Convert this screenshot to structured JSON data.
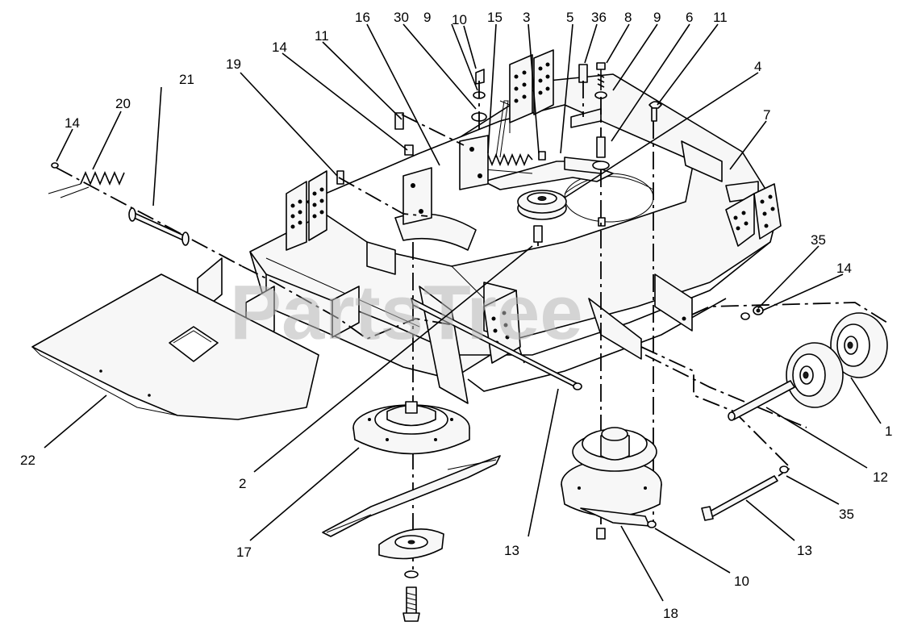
{
  "watermark": "PartsTree",
  "callouts": [
    {
      "id": "c14a",
      "label": "14"
    },
    {
      "id": "c20",
      "label": "20"
    },
    {
      "id": "c21",
      "label": "21"
    },
    {
      "id": "c19",
      "label": "19"
    },
    {
      "id": "c14b",
      "label": "14"
    },
    {
      "id": "c11a",
      "label": "11"
    },
    {
      "id": "c16",
      "label": "16"
    },
    {
      "id": "c30",
      "label": "30"
    },
    {
      "id": "c9a",
      "label": "9"
    },
    {
      "id": "c10a",
      "label": "10"
    },
    {
      "id": "c15",
      "label": "15"
    },
    {
      "id": "c3",
      "label": "3"
    },
    {
      "id": "c5",
      "label": "5"
    },
    {
      "id": "c36",
      "label": "36"
    },
    {
      "id": "c8",
      "label": "8"
    },
    {
      "id": "c9b",
      "label": "9"
    },
    {
      "id": "c6",
      "label": "6"
    },
    {
      "id": "c11b",
      "label": "11"
    },
    {
      "id": "c4",
      "label": "4"
    },
    {
      "id": "c7",
      "label": "7"
    },
    {
      "id": "c35a",
      "label": "35"
    },
    {
      "id": "c14c",
      "label": "14"
    },
    {
      "id": "c1",
      "label": "1"
    },
    {
      "id": "c12",
      "label": "12"
    },
    {
      "id": "c35b",
      "label": "35"
    },
    {
      "id": "c13a",
      "label": "13"
    },
    {
      "id": "c13b",
      "label": "13"
    },
    {
      "id": "c10b",
      "label": "10"
    },
    {
      "id": "c18",
      "label": "18"
    },
    {
      "id": "c17",
      "label": "17"
    },
    {
      "id": "c2",
      "label": "2"
    },
    {
      "id": "c22",
      "label": "22"
    }
  ]
}
